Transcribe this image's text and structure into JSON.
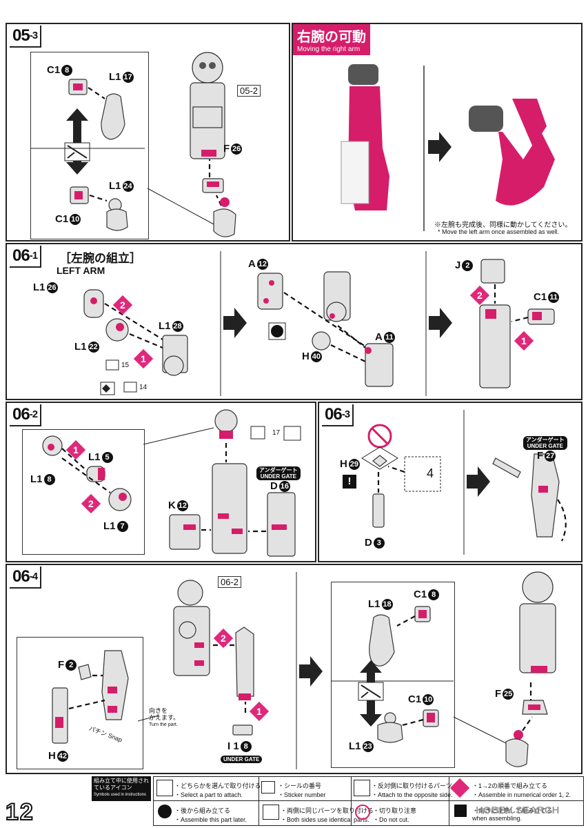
{
  "page_number": "12",
  "watermark": "HOBBY SEARCH",
  "colors": {
    "accent": "#d61d6a",
    "badge": "#e0287a",
    "ink": "#111111"
  },
  "panels": {
    "p0503": {
      "step": "05",
      "sub": "-3",
      "ref": "05-2",
      "labels": {
        "c18": "C1",
        "c18n": "8",
        "l117": "L1",
        "l117n": "17",
        "l124": "L1",
        "l124n": "24",
        "c110": "C1",
        "c110n": "10",
        "f26": "F",
        "f26n": "26"
      }
    },
    "right_arm": {
      "title": "右腕の可動",
      "subtitle": "Moving the right arm",
      "note_jp": "※左腕も完成後、同様に動かしてください。",
      "note_en": "* Move the left arm once assembled as well."
    },
    "p0601": {
      "step": "06",
      "sub": "-1",
      "title": "［左腕の組立］",
      "title_en": "LEFT ARM",
      "labels": {
        "l126": "L1",
        "l126n": "26",
        "l122": "L1",
        "l122n": "22",
        "l128": "L1",
        "l128n": "28",
        "a12": "A",
        "a12n": "12",
        "a11": "A",
        "a11n": "11",
        "h40": "H",
        "h40n": "40",
        "j2": "J",
        "j2n": "2",
        "c111": "C1",
        "c111n": "11"
      },
      "stickers": {
        "s15": "15",
        "s14": "14"
      }
    },
    "p0602": {
      "step": "06",
      "sub": "-2",
      "under_gate_jp": "アンダーゲート",
      "under_gate_en": "UNDER GATE",
      "labels": {
        "l15": "L1",
        "l15n": "5",
        "l18": "L1",
        "l18n": "8",
        "l17": "L1",
        "l17n": "7",
        "k12": "K",
        "k12n": "12",
        "d16": "D",
        "d16n": "16"
      },
      "stickers": {
        "s17": "17"
      }
    },
    "p0603": {
      "step": "06",
      "sub": "-3",
      "under_gate_jp": "アンダーゲート",
      "under_gate_en": "UNDER GATE",
      "box_num": "4",
      "labels": {
        "h29": "H",
        "h29n": "29",
        "d3": "D",
        "d3n": "3",
        "f27": "F",
        "f27n": "27"
      }
    },
    "p0604": {
      "step": "06",
      "sub": "-4",
      "ref": "06-2",
      "turn_jp": "向きを\nかえます。",
      "turn_en": "Turn the part.",
      "snap_jp": "パチン",
      "snap_en": "Snap",
      "under_gate_en": "UNDER GATE",
      "labels": {
        "f2": "F",
        "f2n": "2",
        "h42": "H",
        "h42n": "42",
        "i18": "I 1",
        "i18n": "8",
        "l118": "L1",
        "l118n": "18",
        "c18": "C1",
        "c18n": "8",
        "c110": "C1",
        "c110n": "10",
        "l123": "L1",
        "l123n": "23",
        "f25": "F",
        "f25n": "25"
      }
    }
  },
  "legend": {
    "header_jp": "組み立て中に使用されているアイコン",
    "header_en": "Symbols used in instructions",
    "items": [
      {
        "jp": "・どちらかを選んで取り付ける",
        "en": "・Select a part to attach."
      },
      {
        "jp": "・シールの番号",
        "en": "・Sticker number"
      },
      {
        "jp": "・反対側に取り付けるパーツ",
        "en": "・Attach to the opposite side."
      },
      {
        "jp": "・1→2の順番で組み立てる",
        "en": "・Assemble in numerical order 1, 2."
      },
      {
        "jp": "・後から組み立てる",
        "en": "・Assemble this part later."
      },
      {
        "jp": "・両側に同じパーツを取り付ける",
        "en": "・Both sides use identical parts."
      },
      {
        "jp": "・切り取り注意",
        "en": "・Do not cut."
      },
      {
        "jp": "・向きに注意して組み立てる",
        "en": "when assembling."
      }
    ]
  }
}
